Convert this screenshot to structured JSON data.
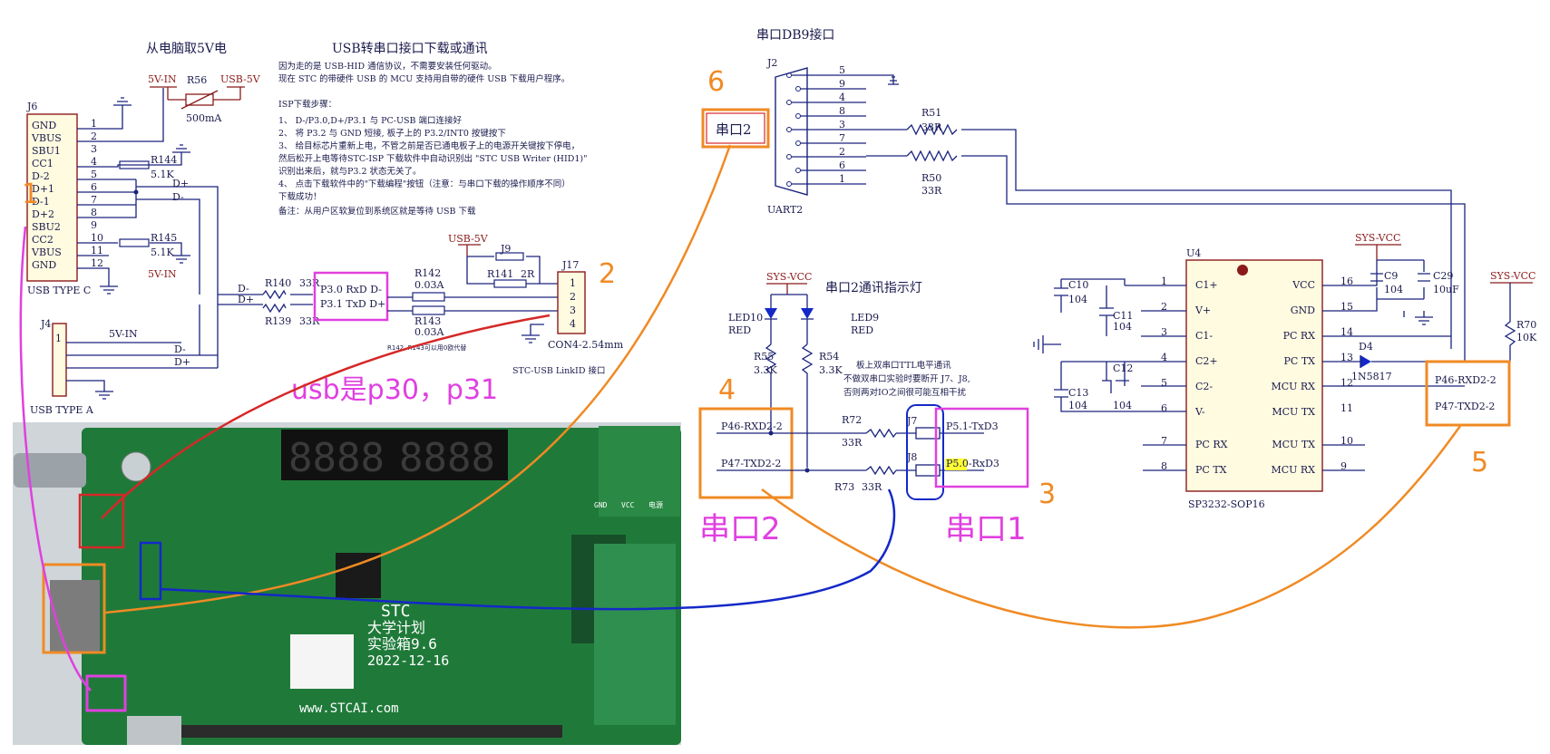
{
  "usb_section": {
    "power_label": "从电脑取5V电",
    "title": "USB转串口接口下载或通讯",
    "desc_lines": [
      "因为走的是 USB-HID 通信协议，不需要安装任何驱动。",
      "现在 STC 的带硬件 USB 的 MCU 支持用自带的硬件 USB 下载用户程序。"
    ],
    "isp_title": "ISP下载步骤：",
    "isp_steps": [
      "1、 D-/P3.0,D+/P3.1 与 PC-USB 端口连接好",
      "2、 将 P3.2 与 GND 短接, 板子上的 P3.2/INT0 按键按下",
      "3、 给目标芯片重新上电，不管之前是否已通电板子上的电源开关键按下停电，",
      "     然后松开上电等待STC-ISP 下载软件中自动识别出 \"STC USB Writer (HID1)\"",
      "     识别出来后，就与P3.2 状态无关了。",
      "4、 点击下载软件中的\"下载编程\"按钮（注意：与串口下载的操作顺序不同）",
      "     下载成功！",
      "备注：从用户区软复位到系统区就是等待 USB 下载"
    ],
    "j6_ref": "J6",
    "j6_pins": [
      "GND",
      "VBUS",
      "SBU1",
      "CC1",
      "D-2",
      "D+1",
      "D-1",
      "D+2",
      "SBU2",
      "CC2",
      "VBUS",
      "GND"
    ],
    "j6_nums": [
      "1",
      "2",
      "3",
      "4",
      "5",
      "6",
      "7",
      "8",
      "9",
      "10",
      "11",
      "12"
    ],
    "j6_type": "USB TYPE C",
    "j4_ref": "J4",
    "j4_type": "USB TYPE A",
    "j4_pin": "1",
    "net_5vin": "5V-IN",
    "net_usb5v": "USB-5V",
    "r56": "R56",
    "r56_val": "500mA",
    "r144": "R144",
    "r144_val": "5.1K",
    "r145": "R145",
    "r145_val": "5.1K",
    "net_dp": "D+",
    "net_dm": "D-",
    "r140": "R140",
    "r139": "R139",
    "r33r": "33R",
    "p30_label": "P3.0  RxD  D-",
    "p31_label": "P3.1  TxD  D+",
    "r142": "R142",
    "r142_val": "0.03A",
    "r143": "R143",
    "r143_val": "0.03A",
    "note_small": "R142, R143可以用0欧代替",
    "j9": "J9",
    "r141": "R141",
    "r141_val": "2R",
    "j17": "J17",
    "j17_pins": [
      "1",
      "2",
      "3",
      "4"
    ],
    "j17_val": "CON4-2.54mm",
    "j17_desc": "STC-USB LinkID 接口",
    "annotation_usb": "usb是p30，p31"
  },
  "db9_section": {
    "title": "串口DB9接口",
    "j2": "J2",
    "pins": [
      "5",
      "9",
      "4",
      "8",
      "3",
      "7",
      "2",
      "6",
      "1"
    ],
    "uart2": "UART2",
    "r51": "R51",
    "r50": "R50",
    "val": "33R",
    "box_label": "串口2"
  },
  "led_section": {
    "title": "串口2通讯指示灯",
    "sys_vcc": "SYS-VCC",
    "led10": "LED10",
    "led9": "LED9",
    "red": "RED",
    "r55": "R55",
    "r54": "R54",
    "val_3k3": "3.3K",
    "note_lines": [
      "板上双串口TTL电平通讯",
      "不做双串口实验时要断开 J7、J8,",
      "否则两对IO之间很可能互相干扰"
    ],
    "p46": "P46-RXD2-2",
    "p47": "P47-TXD2-2",
    "r72": "R72",
    "r73": "R73",
    "val_33r": "33R",
    "j7": "J7",
    "j8": "J8",
    "p51": "P5.1-TxD3",
    "p50_hl": "P5.0",
    "p50_rest": "-RxD3"
  },
  "sp3232": {
    "ref": "U4",
    "part": "SP3232-SOP16",
    "sys_vcc": "SYS-VCC",
    "left_pins": [
      "C1+",
      "V+",
      "C1-",
      "C2+",
      "C2-",
      "V-",
      "PC RX",
      "PC TX"
    ],
    "left_nums": [
      "1",
      "2",
      "3",
      "4",
      "5",
      "6",
      "7",
      "8"
    ],
    "right_pins": [
      "VCC",
      "GND",
      "PC RX",
      "PC TX",
      "MCU RX",
      "MCU TX",
      "MCU TX",
      "MCU RX"
    ],
    "right_nums": [
      "16",
      "15",
      "14",
      "13",
      "12",
      "11",
      "10",
      "9"
    ],
    "c10": "C10",
    "c11": "C11",
    "c12": "C12",
    "c13": "C13",
    "c9": "C9",
    "c29": "C29",
    "v104": "104",
    "v10uf": "10uF",
    "d4": "D4",
    "d4_val": "1N5817",
    "r70": "R70",
    "r70_val": "10K",
    "p46": "P46-RXD2-2",
    "p47": "P47-TXD2-2"
  },
  "annotations": {
    "n1": "1",
    "n2": "2",
    "n3": "3",
    "n4": "4",
    "n5": "5",
    "n6": "6",
    "uart2_big": "串口2",
    "uart1_big": "串口1"
  },
  "board": {
    "brand": "STC",
    "line1": "大学计划",
    "line2": "实验箱9.6",
    "date": "2022-12-16",
    "url": "www.STCAI.com",
    "digits": "8888",
    "labels": [
      "GND",
      "VCC",
      "电源"
    ]
  },
  "colors": {
    "wire": "#1a237e",
    "highlight_magenta": "#e040e0",
    "orange": "#f08a24",
    "red": "#d62828",
    "blue": "#1428c8",
    "pcb_green": "#1f7a3a"
  }
}
